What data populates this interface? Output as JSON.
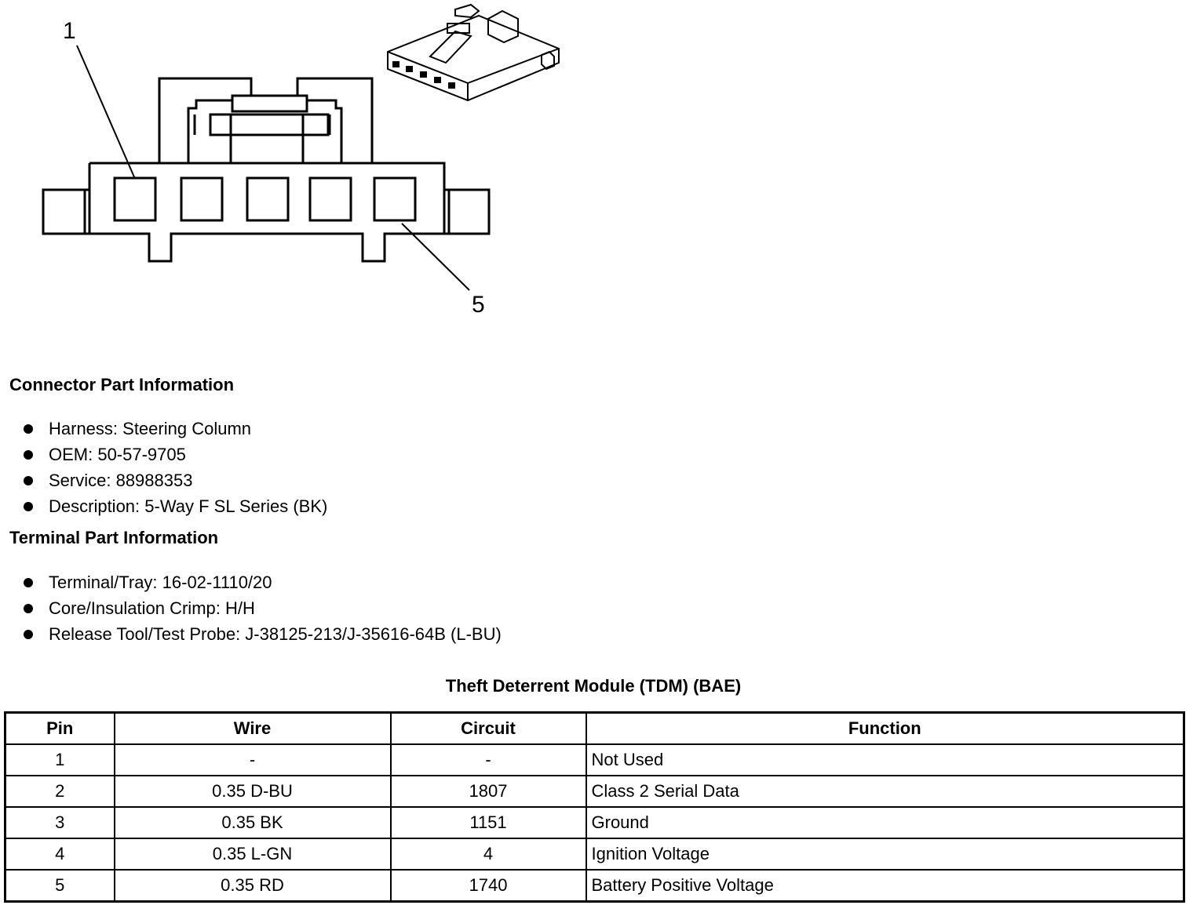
{
  "diagram": {
    "callouts": [
      "1",
      "5"
    ]
  },
  "connector": {
    "heading": "Connector Part Information",
    "items": [
      "Harness: Steering Column",
      "OEM: 50-57-9705",
      "Service: 88988353",
      "Description: 5-Way F SL Series (BK)"
    ]
  },
  "terminal": {
    "heading": "Terminal Part Information",
    "items": [
      "Terminal/Tray: 16-02-1110/20",
      "Core/Insulation Crimp: H/H",
      "Release Tool/Test Probe: J-38125-213/J-35616-64B (L-BU)"
    ]
  },
  "table": {
    "title": "Theft Deterrent Module (TDM) (BAE)",
    "headers": [
      "Pin",
      "Wire",
      "Circuit",
      "Function"
    ],
    "rows": [
      [
        "1",
        "-",
        "-",
        "Not Used"
      ],
      [
        "2",
        "0.35 D-BU",
        "1807",
        "Class 2 Serial Data"
      ],
      [
        "3",
        "0.35 BK",
        "1151",
        "Ground"
      ],
      [
        "4",
        "0.35 L-GN",
        "4",
        "Ignition Voltage"
      ],
      [
        "5",
        "0.35 RD",
        "1740",
        "Battery Positive Voltage"
      ]
    ]
  }
}
